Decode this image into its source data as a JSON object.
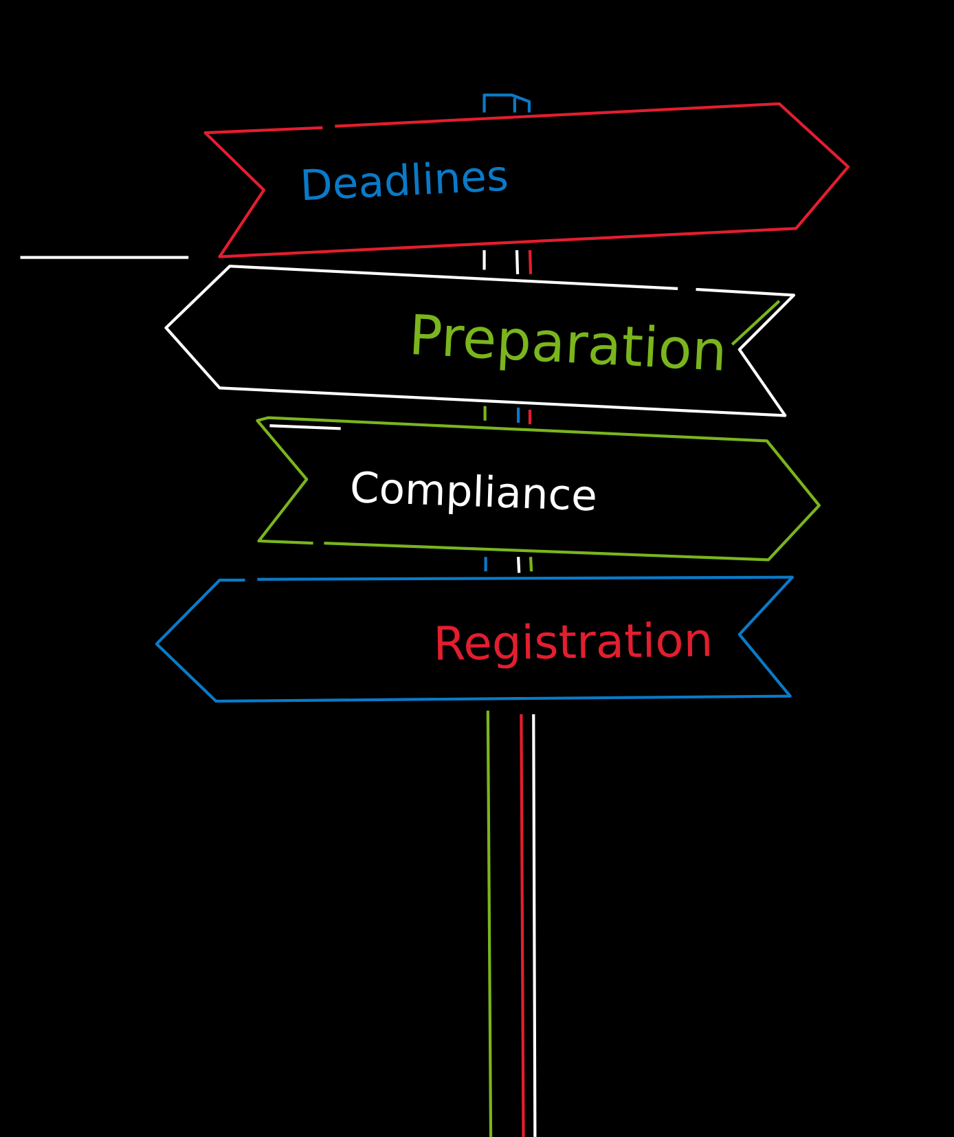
{
  "colors": {
    "red": "#e31e2f",
    "blue": "#0a7ac8",
    "green": "#7ab51d",
    "white": "#ffffff",
    "background": "#000000"
  },
  "signs": [
    {
      "label": "Deadlines",
      "text_color": "#0a7ac8",
      "outline_color": "#e31e2f",
      "direction": "right"
    },
    {
      "label": "Preparation",
      "text_color": "#7ab51d",
      "outline_color": "#ffffff",
      "direction": "left"
    },
    {
      "label": "Compliance",
      "text_color": "#ffffff",
      "outline_color": "#7ab51d",
      "direction": "right"
    },
    {
      "label": "Registration",
      "text_color": "#e31e2f",
      "outline_color": "#0a7ac8",
      "direction": "left"
    }
  ]
}
